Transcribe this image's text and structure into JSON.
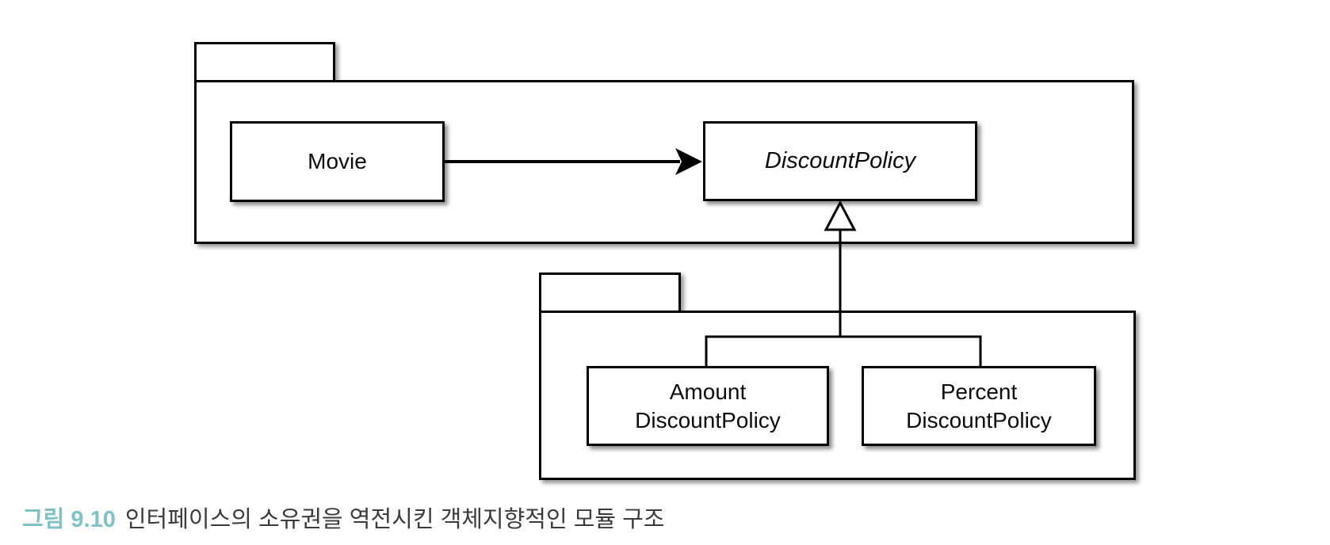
{
  "diagram": {
    "type": "uml-package-diagram",
    "packages": [
      {
        "id": "top-package",
        "tab_label": "",
        "classes": [
          "Movie",
          "DiscountPolicy"
        ]
      },
      {
        "id": "bottom-package",
        "tab_label": "",
        "classes": [
          "AmountDiscountPolicy",
          "PercentDiscountPolicy"
        ]
      }
    ],
    "boxes": {
      "movie": {
        "label": "Movie"
      },
      "discount_policy": {
        "label": "DiscountPolicy",
        "style": "italic-abstract"
      },
      "amount_discount_policy": {
        "line1": "Amount",
        "line2": "DiscountPolicy"
      },
      "percent_discount_policy": {
        "line1": "Percent",
        "line2": "DiscountPolicy"
      }
    },
    "relationships": [
      {
        "type": "dependency-arrow",
        "from": "Movie",
        "to": "DiscountPolicy"
      },
      {
        "type": "generalization-hollow-triangle",
        "parent": "DiscountPolicy",
        "children": [
          "AmountDiscountPolicy",
          "PercentDiscountPolicy"
        ]
      }
    ],
    "colors": {
      "line": "#000000",
      "shape_fill": "#ffffff",
      "text": "#0c0c0c"
    }
  },
  "caption": {
    "label": "그림 9.10",
    "text": "인터페이스의 소유권을 역전시킨 객체지향적인 모듈 구조",
    "accent_color": "#7fc2c6",
    "text_color": "#3b3b3b"
  }
}
